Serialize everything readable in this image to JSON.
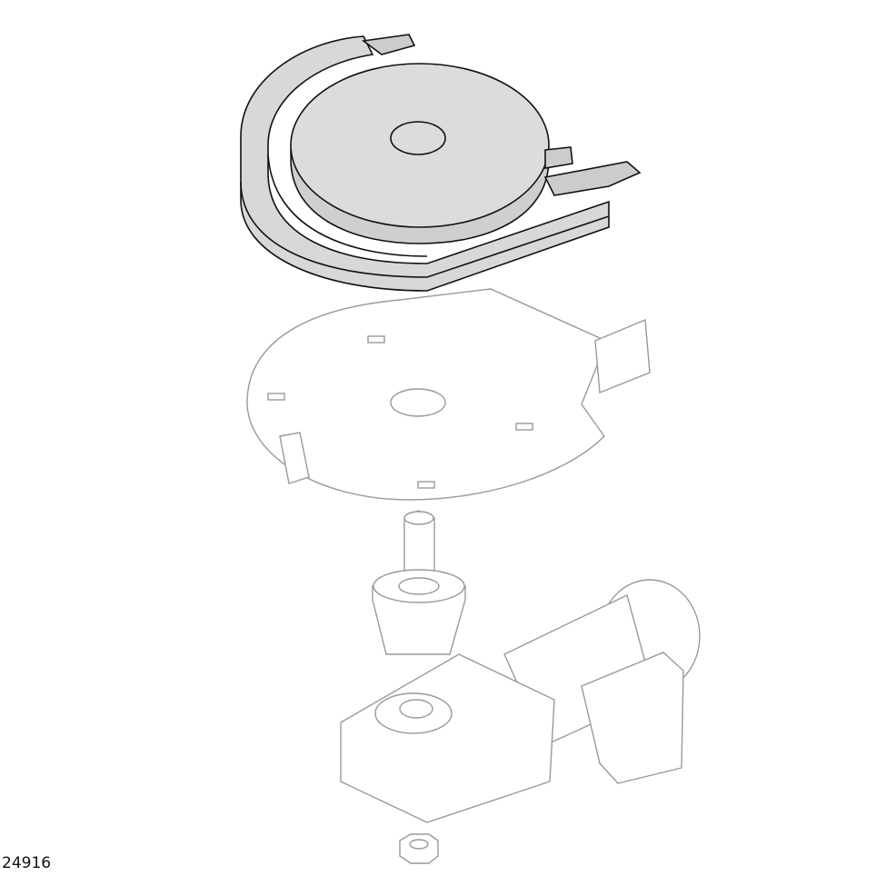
{
  "figure": {
    "number": "24916",
    "components": [
      "curve-conveyor-module",
      "base-plate",
      "drive-shaft-hub",
      "gear-motor",
      "hex-nut"
    ]
  },
  "colors": {
    "outline_dark": "#111111",
    "outline_light": "#9a9a9a",
    "fill_top": "#dcdcdc",
    "fill_light": "#ffffff"
  }
}
